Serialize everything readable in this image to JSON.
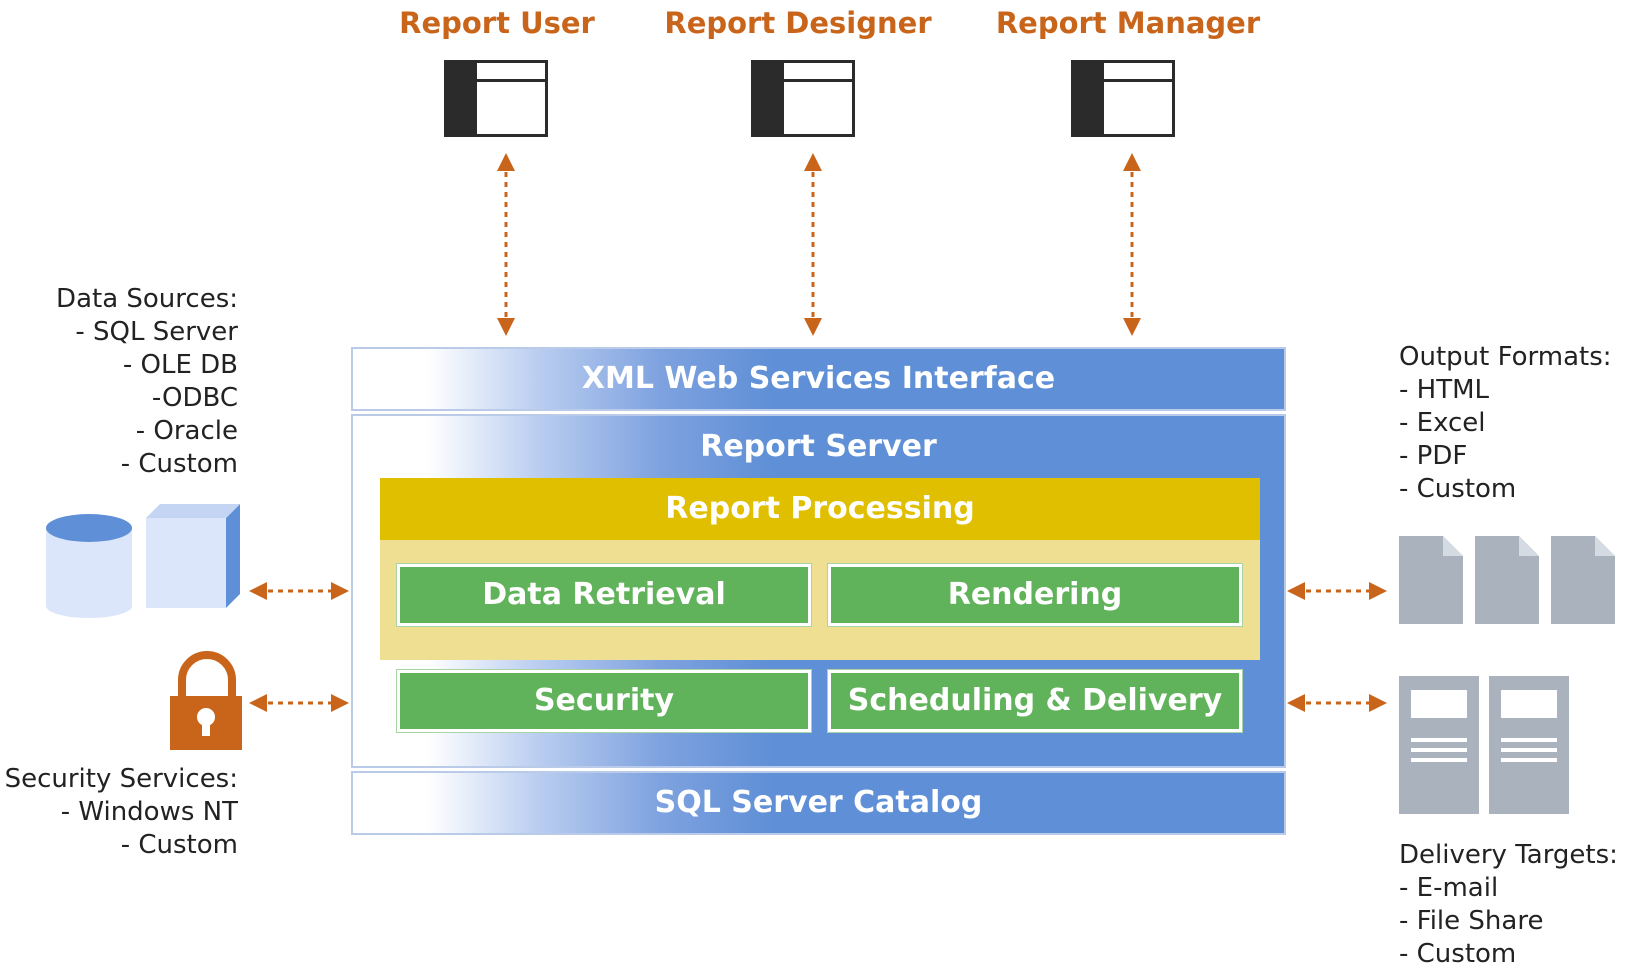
{
  "clients": [
    {
      "label": "Report User"
    },
    {
      "label": "Report Designer"
    },
    {
      "label": "Report Manager"
    }
  ],
  "server": {
    "web_services": "XML Web Services Interface",
    "report_server": "Report Server",
    "report_processing": "Report Processing",
    "data_retrieval": "Data Retrieval",
    "rendering": "Rendering",
    "security": "Security",
    "scheduling": "Scheduling & Delivery",
    "catalog": "SQL Server Catalog"
  },
  "data_sources": {
    "text": "Data Sources:\n- SQL Server\n- OLE DB\n-ODBC\n- Oracle\n- Custom"
  },
  "security_services": {
    "text": "Security Services:\n- Windows NT\n- Custom"
  },
  "output_formats": {
    "text": "Output Formats:\n- HTML\n- Excel\n- PDF\n- Custom"
  },
  "delivery_targets": {
    "text": "Delivery Targets:\n- E-mail\n- File Share\n- Custom"
  },
  "colors": {
    "accent_orange": "#c8651b",
    "band_blue": "#5f8fd6",
    "processing_gold": "#dfbf00",
    "processing_bg": "#eedf93",
    "component_green": "#61b35b",
    "doc_gray": "#a9b2bd"
  }
}
